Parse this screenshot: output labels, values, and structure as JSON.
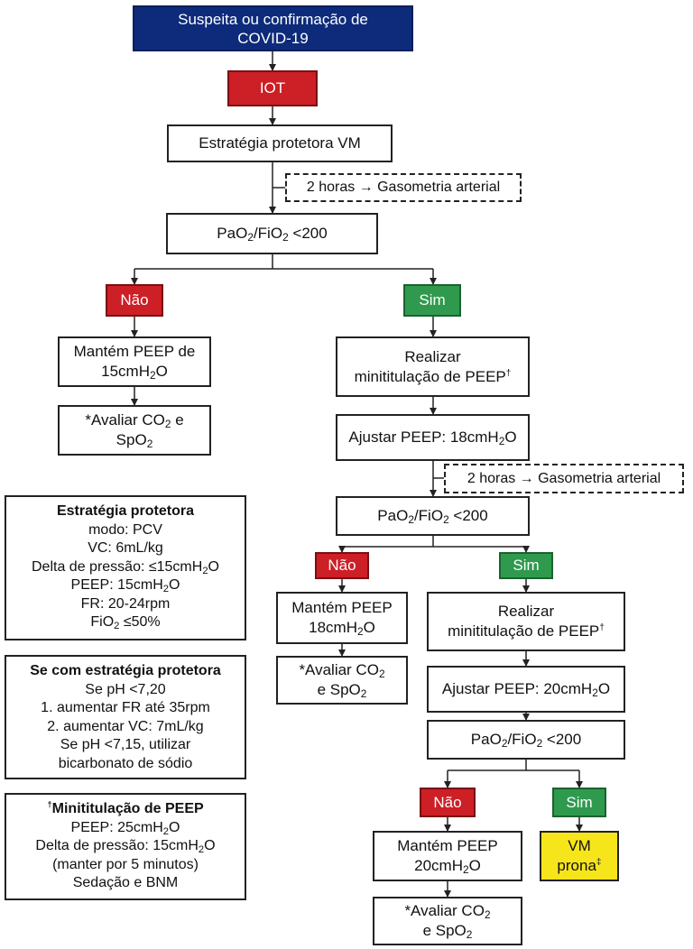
{
  "nodes": {
    "covid": {
      "line1": "Suspeita ou confirmação de",
      "line2": "COVID-19"
    },
    "iot": "IOT",
    "estrategia_vm": "Estratégia protetora VM",
    "gaso1": "2 horas → Gasometria arterial",
    "pafi1": {
      "pre": "PaO",
      "sub1": "2",
      "mid": "/FiO",
      "sub2": "2",
      "post": " <200"
    },
    "nao1": "Não",
    "sim1": "Sim",
    "mantem15": {
      "line1": "Mantém PEEP de",
      "pre": "15cmH",
      "sub": "2",
      "post": "O"
    },
    "avaliar1": {
      "pre": "*Avaliar CO",
      "sub": "2",
      "post": " e",
      "l2pre": "SpO",
      "l2sub": "2"
    },
    "minititula1": {
      "line1": "Realizar",
      "line2": "minititulação de PEEP",
      "sup": "†"
    },
    "ajustar18": {
      "pre": "Ajustar PEEP: 18cmH",
      "sub": "2",
      "post": "O"
    },
    "gaso2": "2 horas → Gasometria arterial",
    "pafi2": {
      "pre": "PaO",
      "sub1": "2",
      "mid": "/FiO",
      "sub2": "2",
      "post": " <200"
    },
    "nao2": "Não",
    "sim2": "Sim",
    "mantem18": {
      "line1": "Mantém PEEP",
      "pre": "18cmH",
      "sub": "2",
      "post": "O"
    },
    "avaliar2": {
      "pre": "*Avaliar CO",
      "sub": "2",
      "l2pre": "e SpO",
      "l2sub": "2"
    },
    "minititula2": {
      "line1": "Realizar",
      "line2": "minititulação de PEEP",
      "sup": "†"
    },
    "ajustar20": {
      "pre": "Ajustar PEEP: 20cmH",
      "sub": "2",
      "post": "O"
    },
    "pafi3": {
      "pre": "PaO",
      "sub1": "2",
      "mid": "/FiO",
      "sub2": "2",
      "post": " <200"
    },
    "nao3": "Não",
    "sim3": "Sim",
    "mantem20": {
      "line1": "Mantém PEEP",
      "pre": "20cmH",
      "sub": "2",
      "post": "O"
    },
    "avaliar3": {
      "pre": "*Avaliar CO",
      "sub": "2",
      "l2pre": "e SpO",
      "l2sub": "2"
    },
    "vmprona": {
      "line1": "VM",
      "line2": "prona",
      "sup": "‡"
    }
  },
  "info_protetora": {
    "title": "Estratégia protetora",
    "l1": "modo: PCV",
    "l2": "VC: 6mL/kg",
    "l3pre": "Delta de pressão: ≤15cmH",
    "l3sub": "2",
    "l3post": "O",
    "l4pre": "PEEP: 15cmH",
    "l4sub": "2",
    "l4post": "O",
    "l5": "FR: 20-24rpm",
    "l6pre": "FiO",
    "l6sub": "2",
    "l6post": " ≤50%"
  },
  "info_ph": {
    "title": "Se com estratégia protetora",
    "l1": "Se pH <7,20",
    "l2": "1. aumentar FR até 35rpm",
    "l3": "2. aumentar VC: 7mL/kg",
    "l4": "Se pH <7,15, utilizar",
    "l5": "bicarbonato de sódio"
  },
  "info_minititulacao": {
    "sup": "†",
    "title": "Minititulação de PEEP",
    "l1pre": "PEEP: 25cmH",
    "l1sub": "2",
    "l1post": "O",
    "l2pre": "Delta de pressão: 15cmH",
    "l2sub": "2",
    "l2post": "O",
    "l3": "(manter por 5 minutos)",
    "l4": "Sedação e BNM"
  },
  "colors": {
    "navy": "#0d2b7a",
    "red": "#cc1f26",
    "green": "#2f9a4d",
    "yellow": "#f7e51b"
  }
}
